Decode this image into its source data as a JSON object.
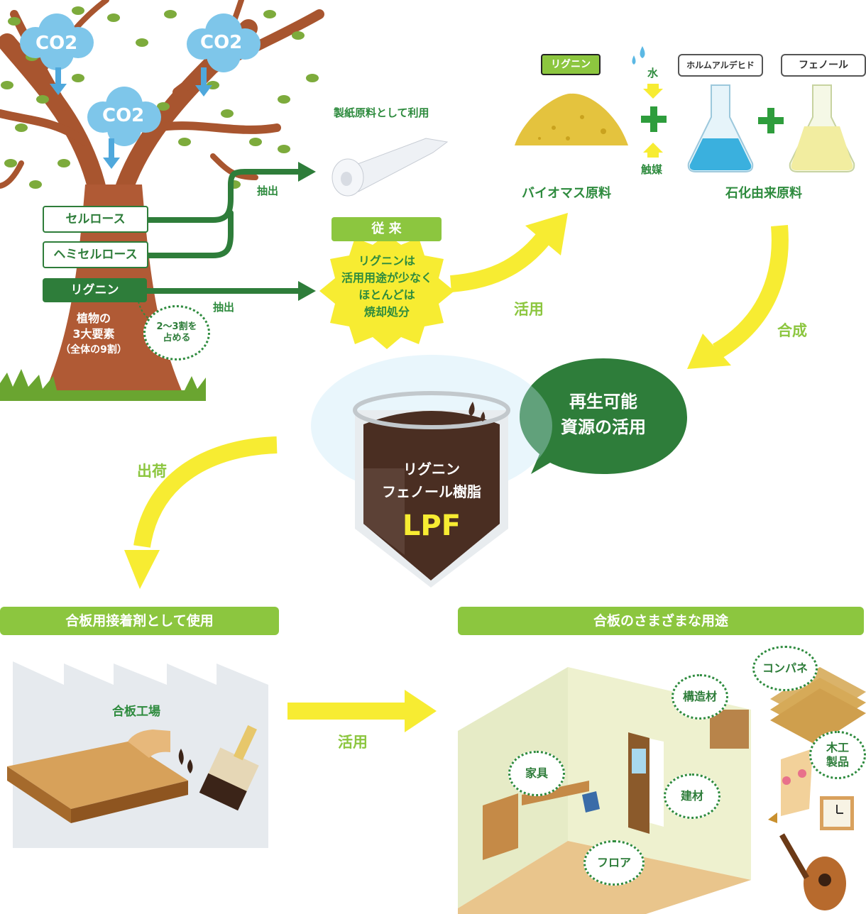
{
  "tree": {
    "co2_labels": [
      "CO2",
      "CO2",
      "CO2"
    ],
    "cellulose": "セルロース",
    "hemicellulose": "ヘミセルロース",
    "lignin": "リグニン",
    "three_elements": "植物の",
    "three_elements_2": "3大要素",
    "three_elements_3": "（全体の9割）",
    "share_1": "2〜3割を",
    "share_2": "占める"
  },
  "flows": {
    "extract_1": "抽出",
    "extract_2": "抽出",
    "paper_use": "製紙原料として利用",
    "conventional_tag": "従 来",
    "conventional_1": "リグニンは",
    "conventional_2": "活用用途が少なく",
    "conventional_3": "ほとんどは",
    "conventional_4": "焼却処分",
    "utilize_1": "活用",
    "synthesize": "合成",
    "ship": "出荷",
    "utilize_2": "活用"
  },
  "materials": {
    "lignin_tag": "リグニン",
    "water": "水",
    "catalyst": "触媒",
    "formaldehyde": "ホルムアルデヒド",
    "phenol": "フェノール",
    "biomass": "バイオマス原料",
    "petro": "石化由来原料"
  },
  "center": {
    "line1": "リグニン",
    "line2": "フェノール樹脂",
    "lpf": "LPF",
    "renew_1": "再生可能",
    "renew_2": "資源の活用"
  },
  "bottom": {
    "left_banner": "合板用接着剤として使用",
    "right_banner": "合板のさまざまな用途",
    "factory": "合板工場",
    "uses": [
      "構造材",
      "コンパネ",
      "木工",
      "製品",
      "家具",
      "建材",
      "フロア"
    ]
  },
  "colors": {
    "dark_green": "#2e7d3a",
    "lime": "#8cc63f",
    "yellow": "#f7ec32",
    "trunk": "#b05a35"
  }
}
